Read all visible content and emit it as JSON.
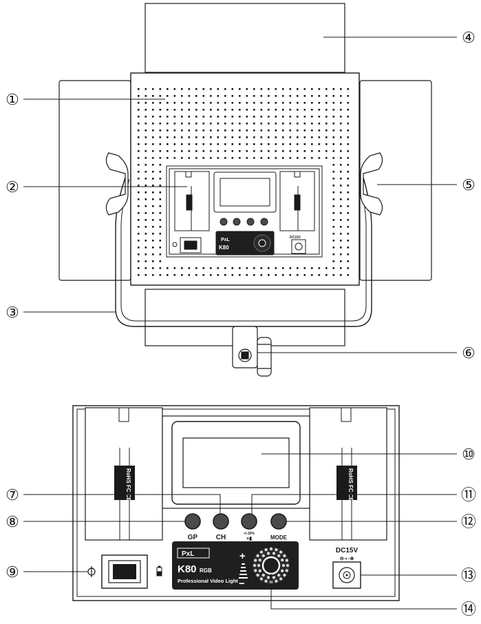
{
  "callouts": [
    {
      "number": "1",
      "glyph": "①"
    },
    {
      "number": "2",
      "glyph": "②"
    },
    {
      "number": "3",
      "glyph": "③"
    },
    {
      "number": "4",
      "glyph": "④"
    },
    {
      "number": "5",
      "glyph": "⑤"
    },
    {
      "number": "6",
      "glyph": "⑥"
    },
    {
      "number": "7",
      "glyph": "⑦"
    },
    {
      "number": "8",
      "glyph": "⑧"
    },
    {
      "number": "9",
      "glyph": "⑨"
    },
    {
      "number": "10",
      "glyph": "⑩"
    },
    {
      "number": "11",
      "glyph": "⑪"
    },
    {
      "number": "12",
      "glyph": "⑫"
    },
    {
      "number": "13",
      "glyph": "⑬"
    },
    {
      "number": "14",
      "glyph": "⑭"
    }
  ],
  "panel": {
    "buttons": {
      "gp": "GP",
      "ch": "CH",
      "brightness_top": "+/-20%",
      "brightness_icon": "+▮",
      "mode": "MODE"
    },
    "brand": {
      "logo": "PxL",
      "model": "K80",
      "model_suffix": "RGB",
      "tagline": "Professional Video Light"
    },
    "plus": "+",
    "minus": "−",
    "dc_label": "DC15V",
    "dc_polarity": "⊖-◐-⊕",
    "battery_plate_label": "RoHS FC CE"
  },
  "colors": {
    "line": "#1a1a1a",
    "dark_panel": "#1f1f1f",
    "button_fill": "#4a4a4a",
    "text_light": "#ffffff"
  }
}
